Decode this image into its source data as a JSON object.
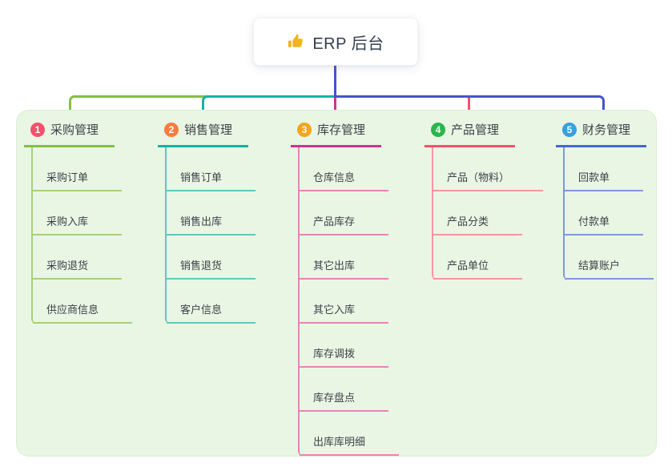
{
  "root": {
    "label": "ERP 后台",
    "icon": "thumbs-up"
  },
  "connector_color": "#4753c9",
  "panel": {
    "bg": "#e9f6e4"
  },
  "branches": [
    {
      "num": "1",
      "label": "采购管理",
      "badge_color": "#f4516c",
      "line_color": "#84bf44",
      "child_line_color": "#a8d07b",
      "children": [
        "采购订单",
        "采购入库",
        "采购退货",
        "供应商信息"
      ]
    },
    {
      "num": "2",
      "label": "销售管理",
      "badge_color": "#f97c3c",
      "line_color": "#14b2a5",
      "child_line_color": "#5fc9be",
      "children": [
        "销售订单",
        "销售出库",
        "销售退货",
        "客户信息"
      ]
    },
    {
      "num": "3",
      "label": "库存管理",
      "badge_color": "#f7a41d",
      "line_color": "#cb3590",
      "child_line_color": "#e583bb",
      "children": [
        "仓库信息",
        "产品库存",
        "其它出库",
        "其它入库",
        "库存调拨",
        "库存盘点",
        "出库库明细"
      ]
    },
    {
      "num": "4",
      "label": "产品管理",
      "badge_color": "#2bb54c",
      "line_color": "#f4516c",
      "child_line_color": "#f795a3",
      "children": [
        "产品（物料）",
        "产品分类",
        "产品单位"
      ]
    },
    {
      "num": "5",
      "label": "财务管理",
      "badge_color": "#36a0e0",
      "line_color": "#4467d6",
      "child_line_color": "#7e97e0",
      "children": [
        "回款单",
        "付款单",
        "结算账户"
      ]
    }
  ]
}
